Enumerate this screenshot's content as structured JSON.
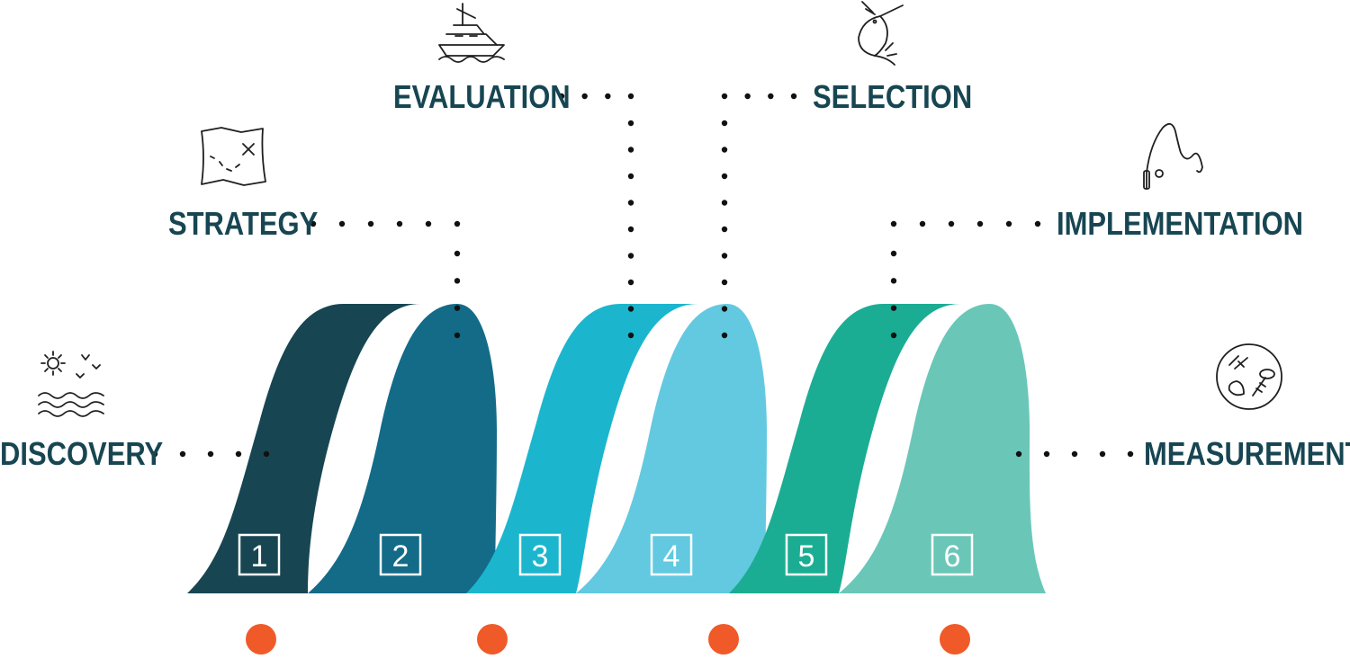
{
  "colors": {
    "label_text": "#174652",
    "dots": "#111111",
    "orange_marker": "#f05a28",
    "icon_stroke": "#1f1f1f",
    "num_stroke": "#ffffff"
  },
  "stages": [
    {
      "label": "DISCOVERY",
      "number": "1",
      "color": "#174652",
      "icon": "sun-birds-waves-icon"
    },
    {
      "label": "STRATEGY",
      "number": "2",
      "color": "#136b88",
      "icon": "treasure-map-icon"
    },
    {
      "label": "EVALUATION",
      "number": "3",
      "color": "#1bb6ce",
      "icon": "yacht-icon"
    },
    {
      "label": "SELECTION",
      "number": "4",
      "color": "#62c9e0",
      "icon": "swordfish-icon"
    },
    {
      "label": "IMPLEMENTATION",
      "number": "5",
      "color": "#1bad93",
      "icon": "fishing-rod-icon"
    },
    {
      "label": "MEASUREMENT",
      "number": "6",
      "color": "#6ac7b8",
      "icon": "fish-bones-plate-icon"
    }
  ],
  "markers": 4
}
